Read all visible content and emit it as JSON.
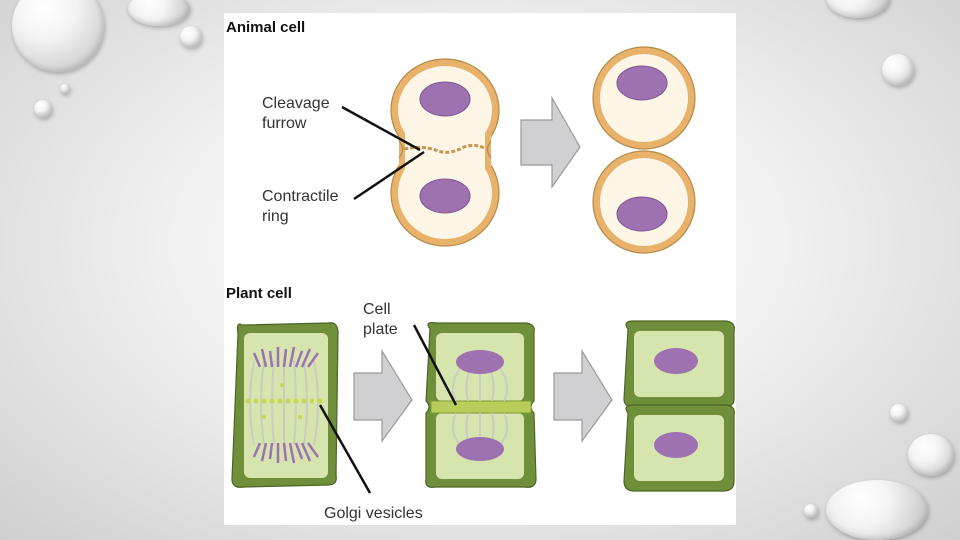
{
  "figure": {
    "animal_title": "Animal cell",
    "plant_title": "Plant cell",
    "labels": {
      "cleavage_line1": "Cleavage",
      "cleavage_line2": "furrow",
      "contractile_line1": "Contractile",
      "contractile_line2": "ring",
      "cellplate_line1": "Cell",
      "cellplate_line2": "plate",
      "golgi": "Golgi vesicles"
    }
  },
  "colors": {
    "animal_membrane": "#e8b26a",
    "animal_cytoplasm": "#fdf6e6",
    "nucleus": "#9e71b1",
    "plant_wall": "#6f8f3a",
    "plant_cytoplasm": "#d6e4ae",
    "arrow": "#d0d0d2"
  }
}
